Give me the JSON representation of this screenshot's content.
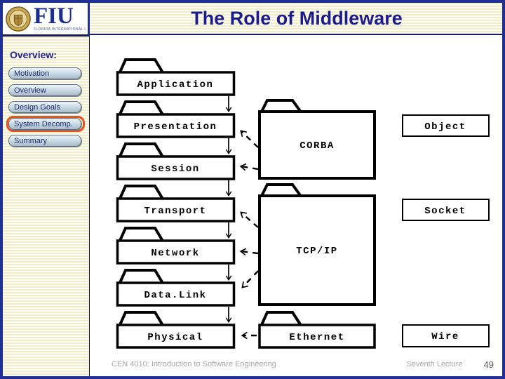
{
  "header": {
    "title": "The Role of Middleware",
    "logo": {
      "acronym": "FIU",
      "university": "FLORIDA INTERNATIONAL UNIVERSITY"
    }
  },
  "sidebar": {
    "heading": "Overview:",
    "items": [
      {
        "label": "Motivation",
        "active": false
      },
      {
        "label": "Overview",
        "active": false
      },
      {
        "label": "Design Goals",
        "active": false
      },
      {
        "label": "System Decomp.",
        "active": true
      },
      {
        "label": "Summary",
        "active": false
      }
    ]
  },
  "diagram": {
    "layers": [
      "Application",
      "Presentation",
      "Session",
      "Transport",
      "Network",
      "Data.Link",
      "Physical"
    ],
    "middleware": [
      "CORBA",
      "TCP/IP",
      "Ethernet"
    ],
    "right_nodes": [
      "Object",
      "Socket",
      "Wire"
    ],
    "edges": [
      {
        "from": "Application",
        "to": "Presentation",
        "style": "solid"
      },
      {
        "from": "Presentation",
        "to": "Session",
        "style": "solid"
      },
      {
        "from": "Session",
        "to": "Transport",
        "style": "solid"
      },
      {
        "from": "Transport",
        "to": "Network",
        "style": "solid"
      },
      {
        "from": "Network",
        "to": "Data.Link",
        "style": "solid"
      },
      {
        "from": "Data.Link",
        "to": "Physical",
        "style": "solid"
      },
      {
        "from": "CORBA",
        "to": "Presentation",
        "style": "dashed"
      },
      {
        "from": "CORBA",
        "to": "Session",
        "style": "dashed"
      },
      {
        "from": "TCP/IP",
        "to": "Transport",
        "style": "dashed"
      },
      {
        "from": "TCP/IP",
        "to": "Network",
        "style": "dashed"
      },
      {
        "from": "TCP/IP",
        "to": "Data.Link",
        "style": "dashed"
      },
      {
        "from": "Ethernet",
        "to": "Physical",
        "style": "dashed"
      }
    ]
  },
  "footer": {
    "course": "CEN 4010: Introduction to Software Engineering",
    "lecture": "Seventh Lecture",
    "page": "49"
  },
  "colors": {
    "slide_border": "#1f2f96",
    "title_navy": "#1b1b8a",
    "active_outline": "#e8501e",
    "stripe_beige": "#f0edcf",
    "footer_gray": "#a6a6a6"
  }
}
